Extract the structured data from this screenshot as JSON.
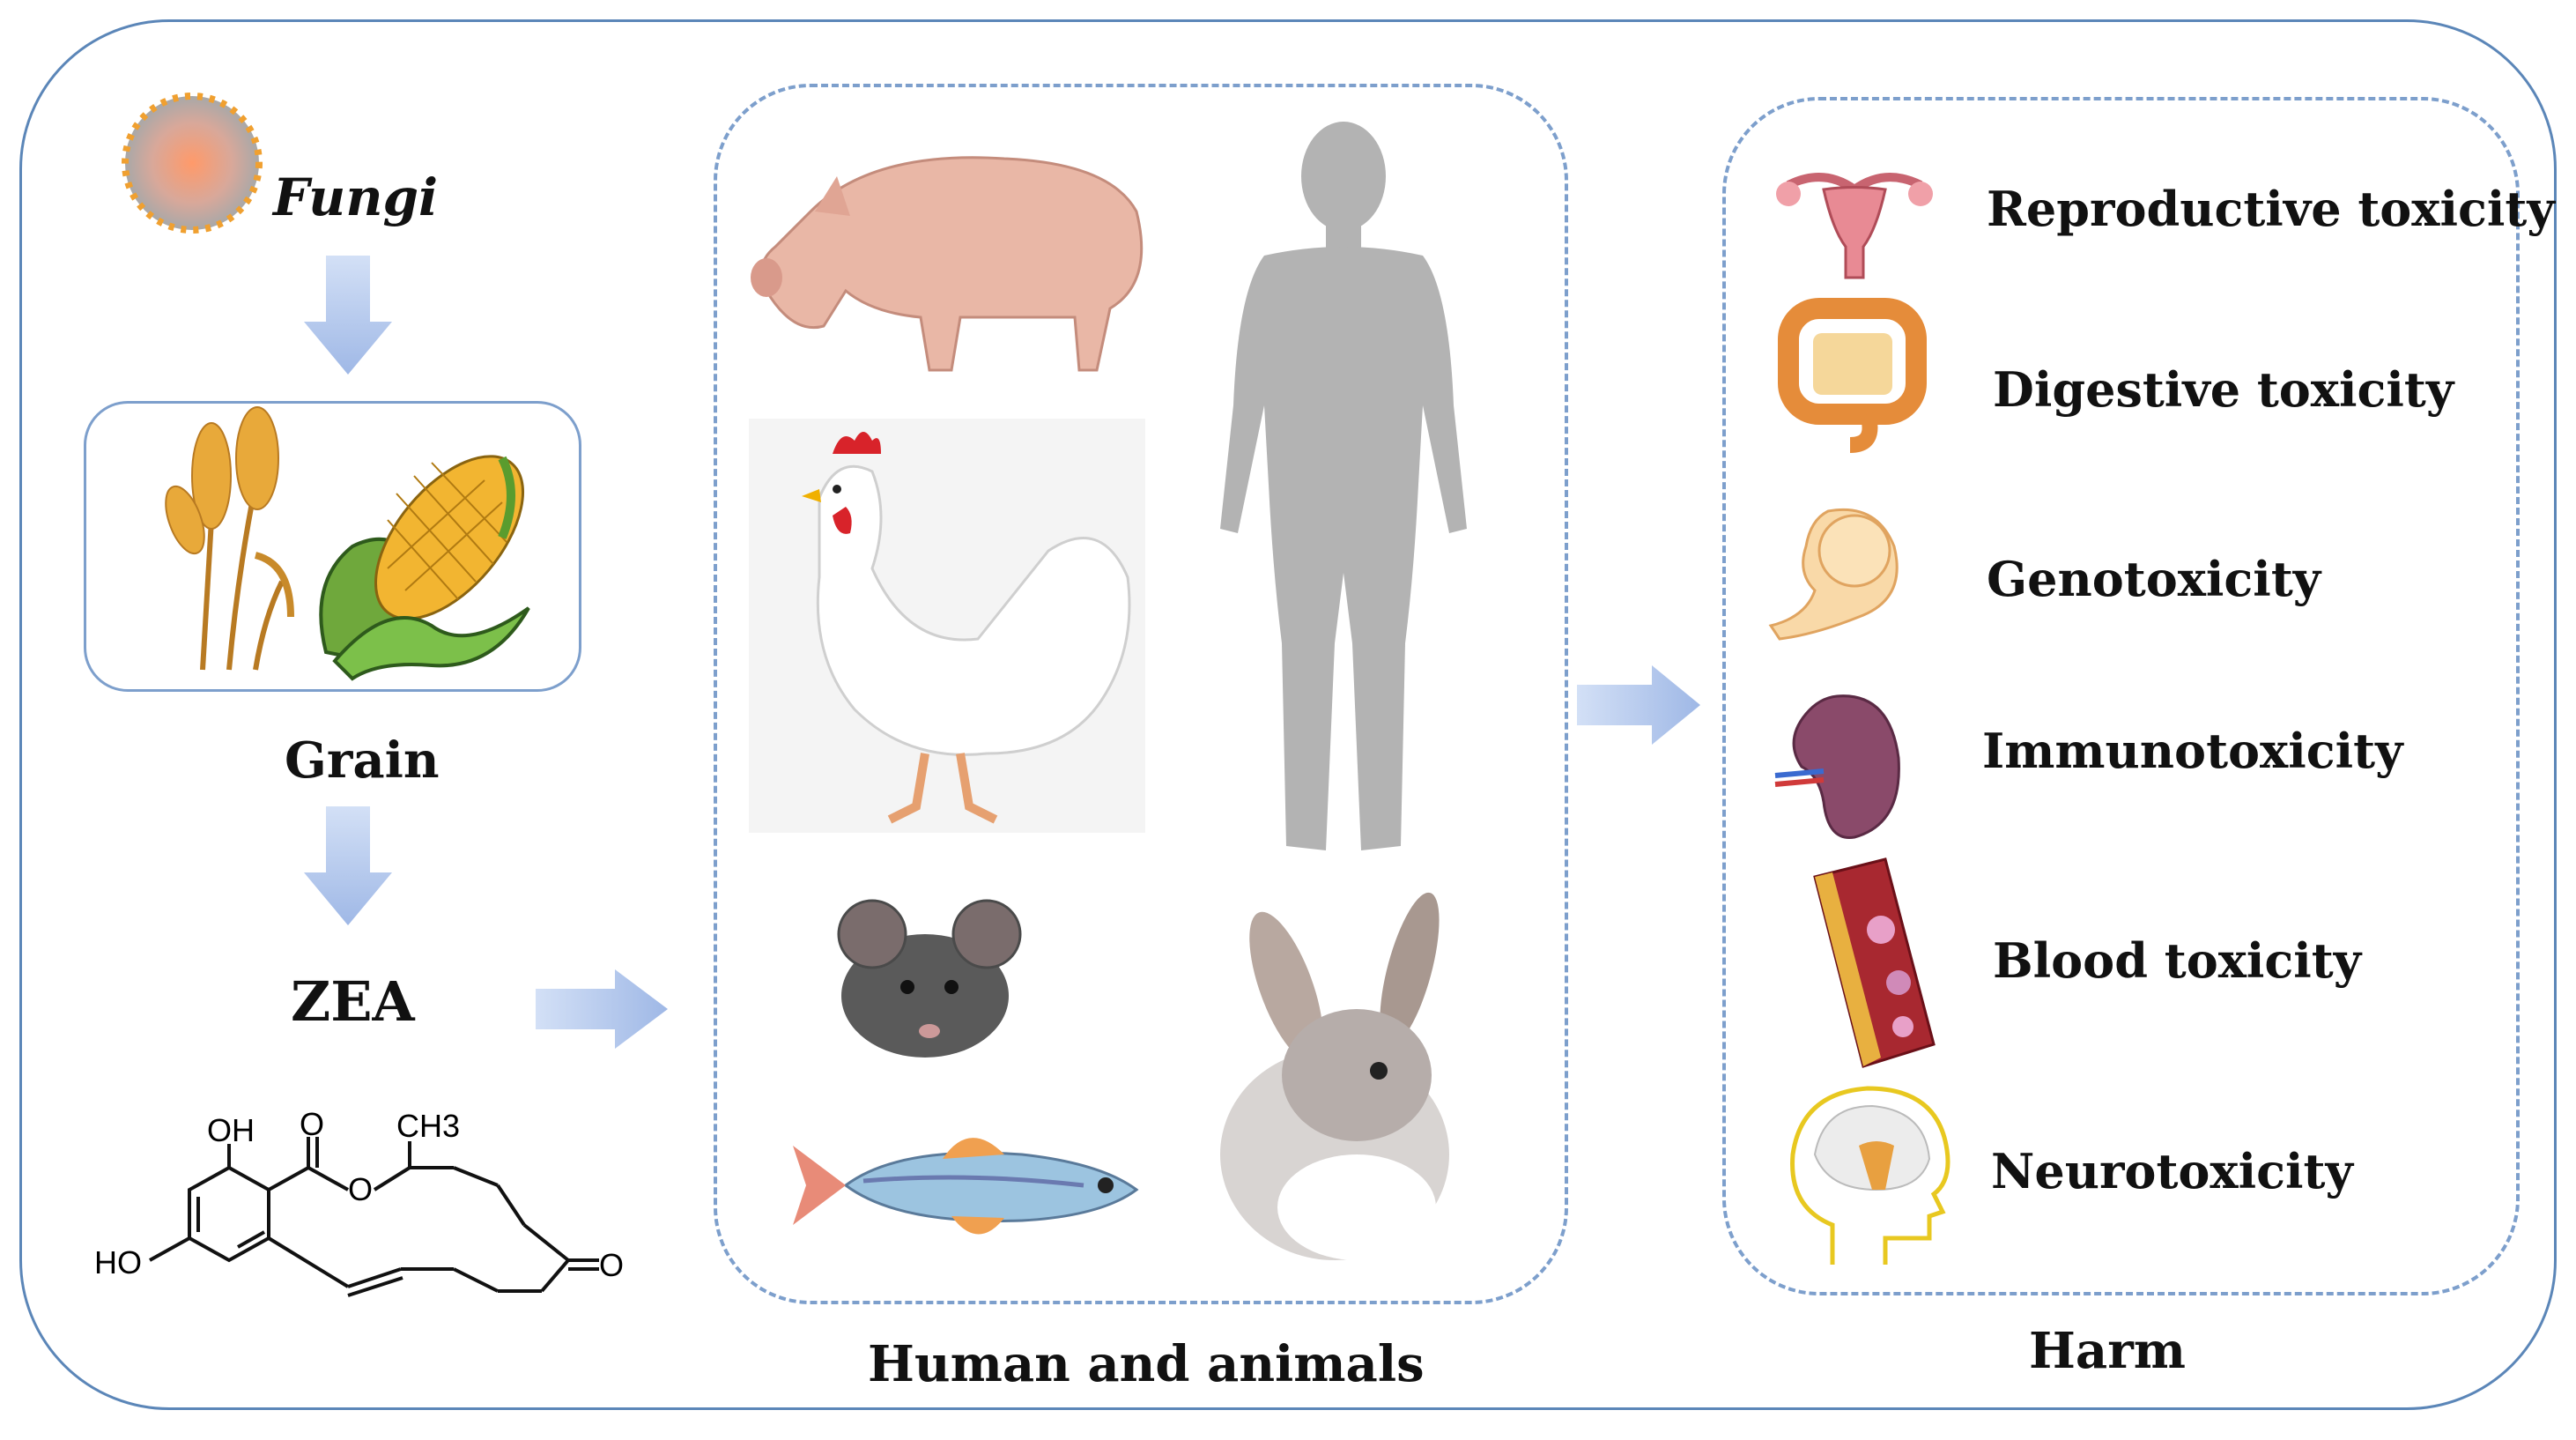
{
  "source": {
    "organism_label": "Fungi",
    "grain_label": "Grain",
    "toxin_label": "ZEA",
    "structure_labels": {
      "oh_top": "OH",
      "o_carbonyl": "O",
      "ch3": "CH3",
      "o_ring": "O",
      "ho_left": "HO",
      "o_ketone": "O"
    }
  },
  "targets": {
    "caption": "Human and animals",
    "items": [
      "pig",
      "chicken",
      "human",
      "mouse",
      "zebrafish",
      "rabbit"
    ]
  },
  "harm": {
    "caption": "Harm",
    "items": [
      {
        "label": "Reproductive toxicity",
        "icon": "uterus-icon"
      },
      {
        "label": "Digestive toxicity",
        "icon": "intestine-icon"
      },
      {
        "label": "Genotoxicity",
        "icon": "fetus-icon"
      },
      {
        "label": "Immunotoxicity",
        "icon": "spleen-icon"
      },
      {
        "label": "Blood toxicity",
        "icon": "blood-vessel-icon"
      },
      {
        "label": "Neurotoxicity",
        "icon": "brain-icon"
      }
    ]
  },
  "colors": {
    "frame": "#5b86b8",
    "dashed": "#7d9fcc",
    "arrow": "#a9c0ea"
  }
}
